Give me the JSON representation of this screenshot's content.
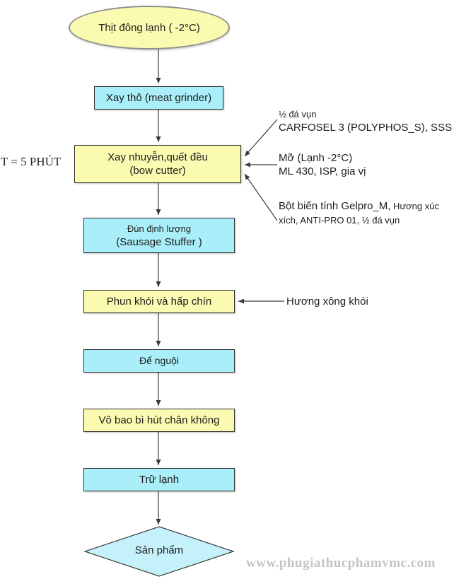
{
  "flowchart": {
    "nodes": [
      {
        "id": "start",
        "shape": "ellipse",
        "color": "yellow",
        "label": "Thịt đông lạnh ( -2°C)"
      },
      {
        "id": "xay-tho",
        "shape": "rect",
        "color": "cyan",
        "label": "Xay thô (meat grinder)"
      },
      {
        "id": "xay-nhuyen",
        "shape": "rect",
        "color": "yellow",
        "lines": [
          "Xay nhuyễn,quết đều",
          "(bow cutter)"
        ]
      },
      {
        "id": "dun-dinh-luong",
        "shape": "rect",
        "color": "cyan",
        "lines": [
          "Đùn định lượng",
          "(Sausage Stuffer )"
        ]
      },
      {
        "id": "phun-khoi",
        "shape": "rect",
        "color": "yellow",
        "label": "Phun khói và hấp chín"
      },
      {
        "id": "de-nguoi",
        "shape": "rect",
        "color": "cyan",
        "label": "Để nguội"
      },
      {
        "id": "vo-bao-bi",
        "shape": "rect",
        "color": "yellow",
        "label": "Vô bao bì hút chân không"
      },
      {
        "id": "tru-lanh",
        "shape": "rect",
        "color": "cyan",
        "label": "Trữ lạnh"
      },
      {
        "id": "san-pham",
        "shape": "diamond",
        "color": "cyan",
        "label": "Sản phẩm"
      }
    ],
    "time_label": "T = 5 PHÚT",
    "annotations": {
      "ingredients1_line1": "½ đá vụn",
      "ingredients1_line2": "CARFOSEL 3 (POLYPHOS_S), SSS",
      "ingredients2_line1": "Mỡ (Lạnh -2°C)",
      "ingredients2_line2": "ML 430, ISP, gia vị",
      "ingredients3_big": "Bột biến tính Gelpro_M,",
      "ingredients3_small": " Hương xúc xích, ANTI-PRO 01, ½ đá vụn",
      "smoke_flavor": "Hương xông khói"
    },
    "watermark": "www.phugiathucphamvmc.com",
    "colors": {
      "node_yellow": "#FAFAB0",
      "node_cyan": "#A9EEF8",
      "diamond_cyan": "#C5F2FA",
      "arrow": "#3a3a3a",
      "watermark_gray": "#C4C4C4"
    }
  }
}
